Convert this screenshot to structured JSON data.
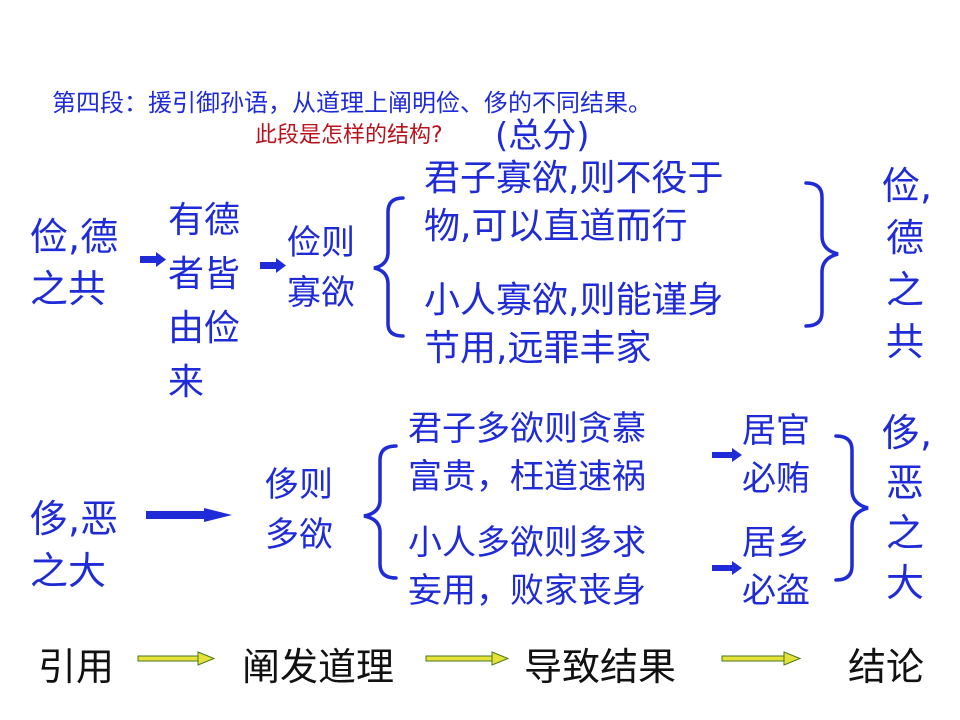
{
  "header": {
    "title": "第四段：援引御孙语，从道理上阐明俭、侈的不同结果。",
    "question": "此段是怎样的结构?",
    "answer": "(总分)"
  },
  "top": {
    "premise_line1": "俭,德",
    "premise_line2": "之共",
    "virtue": [
      "有德",
      "者皆",
      "由俭",
      "来"
    ],
    "principle": [
      "俭则",
      "寡欲"
    ],
    "junzi": [
      "君子寡欲,则不役于",
      "物,可以直道而行"
    ],
    "xiaoren": [
      "小人寡欲,则能谨身",
      "节用,远罪丰家"
    ],
    "conclusion_vertical": "俭,德之共"
  },
  "bottom": {
    "premise_line1": "侈,恶",
    "premise_line2": "之大",
    "principle": [
      "侈则",
      "多欲"
    ],
    "junzi": [
      "君子多欲则贪慕",
      "富贵，枉道速祸"
    ],
    "junzi_result": [
      "居官",
      "必贿"
    ],
    "xiaoren": [
      "小人多欲则多求",
      "妄用，败家丧身"
    ],
    "xiaoren_result": [
      "居乡",
      "必盗"
    ],
    "conclusion_vertical": "侈,恶之大"
  },
  "flow": {
    "steps": [
      "引用",
      "阐发道理",
      "导致结果",
      "结论"
    ]
  },
  "colors": {
    "text_blue": "#1f2bd6",
    "question_red": "#b8121c",
    "arrow_blue": "#1f2bd6",
    "flow_arrow_yellow": "#e6e03a",
    "flow_arrow_outline": "#4a7a1a"
  }
}
